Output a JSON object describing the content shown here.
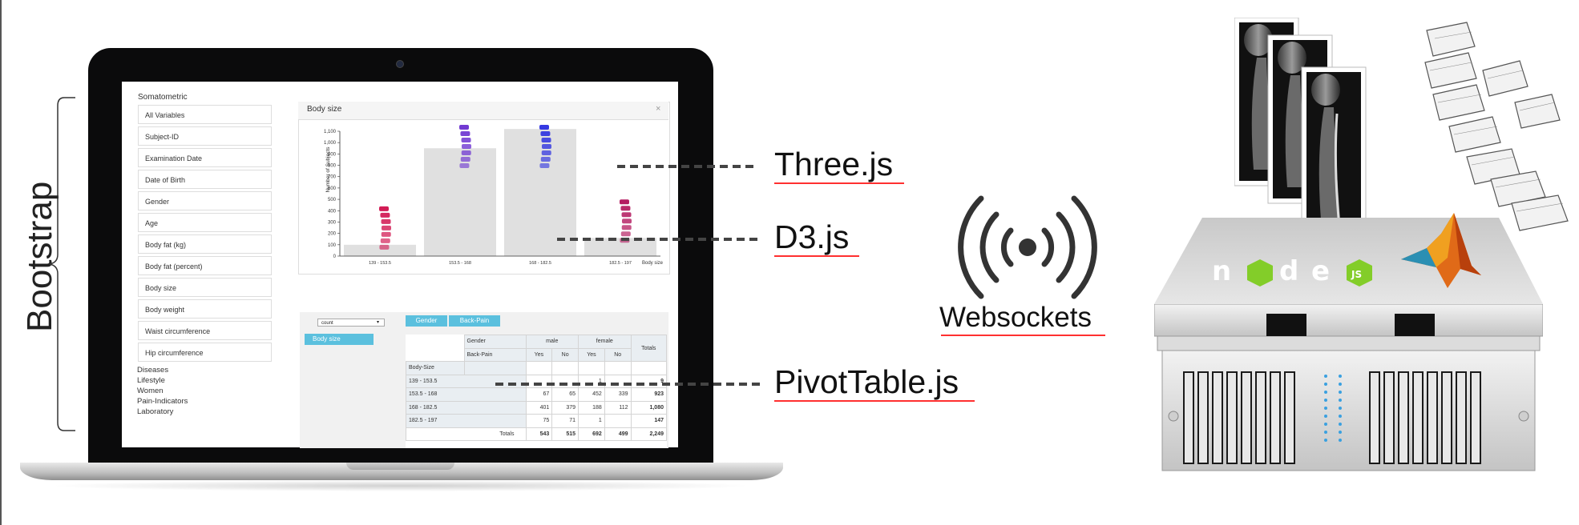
{
  "diagram": {
    "labels": {
      "bootstrap": "Bootstrap",
      "threejs": "Three.js",
      "d3js": "D3.js",
      "pivottable": "PivotTable.js",
      "websockets": "Websockets"
    }
  },
  "sidebar": {
    "title": "Somatometric",
    "items": [
      {
        "label": "All Variables"
      },
      {
        "label": "Subject-ID"
      },
      {
        "label": "Examination Date"
      },
      {
        "label": "Date of Birth"
      },
      {
        "label": "Gender"
      },
      {
        "label": "Age"
      },
      {
        "label": "Body fat (kg)"
      },
      {
        "label": "Body fat (percent)"
      },
      {
        "label": "Body size"
      },
      {
        "label": "Body weight"
      },
      {
        "label": "Waist circumference"
      },
      {
        "label": "Hip circumference"
      }
    ],
    "categories": [
      {
        "label": "Diseases"
      },
      {
        "label": "Lifestyle"
      },
      {
        "label": "Women"
      },
      {
        "label": "Pain-Indicators"
      },
      {
        "label": "Laboratory"
      }
    ]
  },
  "panel": {
    "title": "Body size",
    "close": "×"
  },
  "chart_data": {
    "type": "bar",
    "categories": [
      "139 - 153.5",
      "153.5 - 168",
      "168 - 182.5",
      "182.5 - 197"
    ],
    "values": [
      100,
      950,
      1120,
      160
    ],
    "ylabel": "Number of Subjects",
    "xlabel": "Body size",
    "ylim": [
      0,
      1100
    ],
    "yticks": [
      "0",
      "100",
      "200",
      "300",
      "400",
      "500",
      "600",
      "700",
      "800",
      "900",
      "1,000",
      "1,100"
    ],
    "bar_color": "#e0e0e0",
    "spine_colors": [
      "#d0104c",
      "#6a2fd0",
      "#2a2ee0",
      "#b01058"
    ]
  },
  "pivot": {
    "aggregator": "count",
    "aggregator_arrow": "▾",
    "row_attr": "Body size",
    "col_attrs": [
      "Gender",
      "Back-Pain"
    ],
    "header": {
      "gender": "Gender",
      "male": "male",
      "female": "female",
      "totals": "Totals",
      "backpain": "Back-Pain",
      "yes": "Yes",
      "no": "No",
      "bodysize": "Body-Size"
    },
    "rows": [
      {
        "label": "139 - 153.5",
        "cells": [
          "",
          "",
          "1",
          "",
          "9"
        ]
      },
      {
        "label": "153.5 - 168",
        "cells": [
          "67",
          "65",
          "452",
          "339",
          "923"
        ]
      },
      {
        "label": "168 - 182.5",
        "cells": [
          "401",
          "379",
          "188",
          "112",
          "1,080"
        ]
      },
      {
        "label": "182.5 - 197",
        "cells": [
          "75",
          "71",
          "1",
          "",
          "147"
        ]
      }
    ],
    "totals": {
      "label": "Totals",
      "cells": [
        "543",
        "515",
        "692",
        "499",
        "2,249"
      ]
    }
  },
  "server": {
    "logos": [
      "node-js-logo",
      "matlab-logo"
    ]
  }
}
